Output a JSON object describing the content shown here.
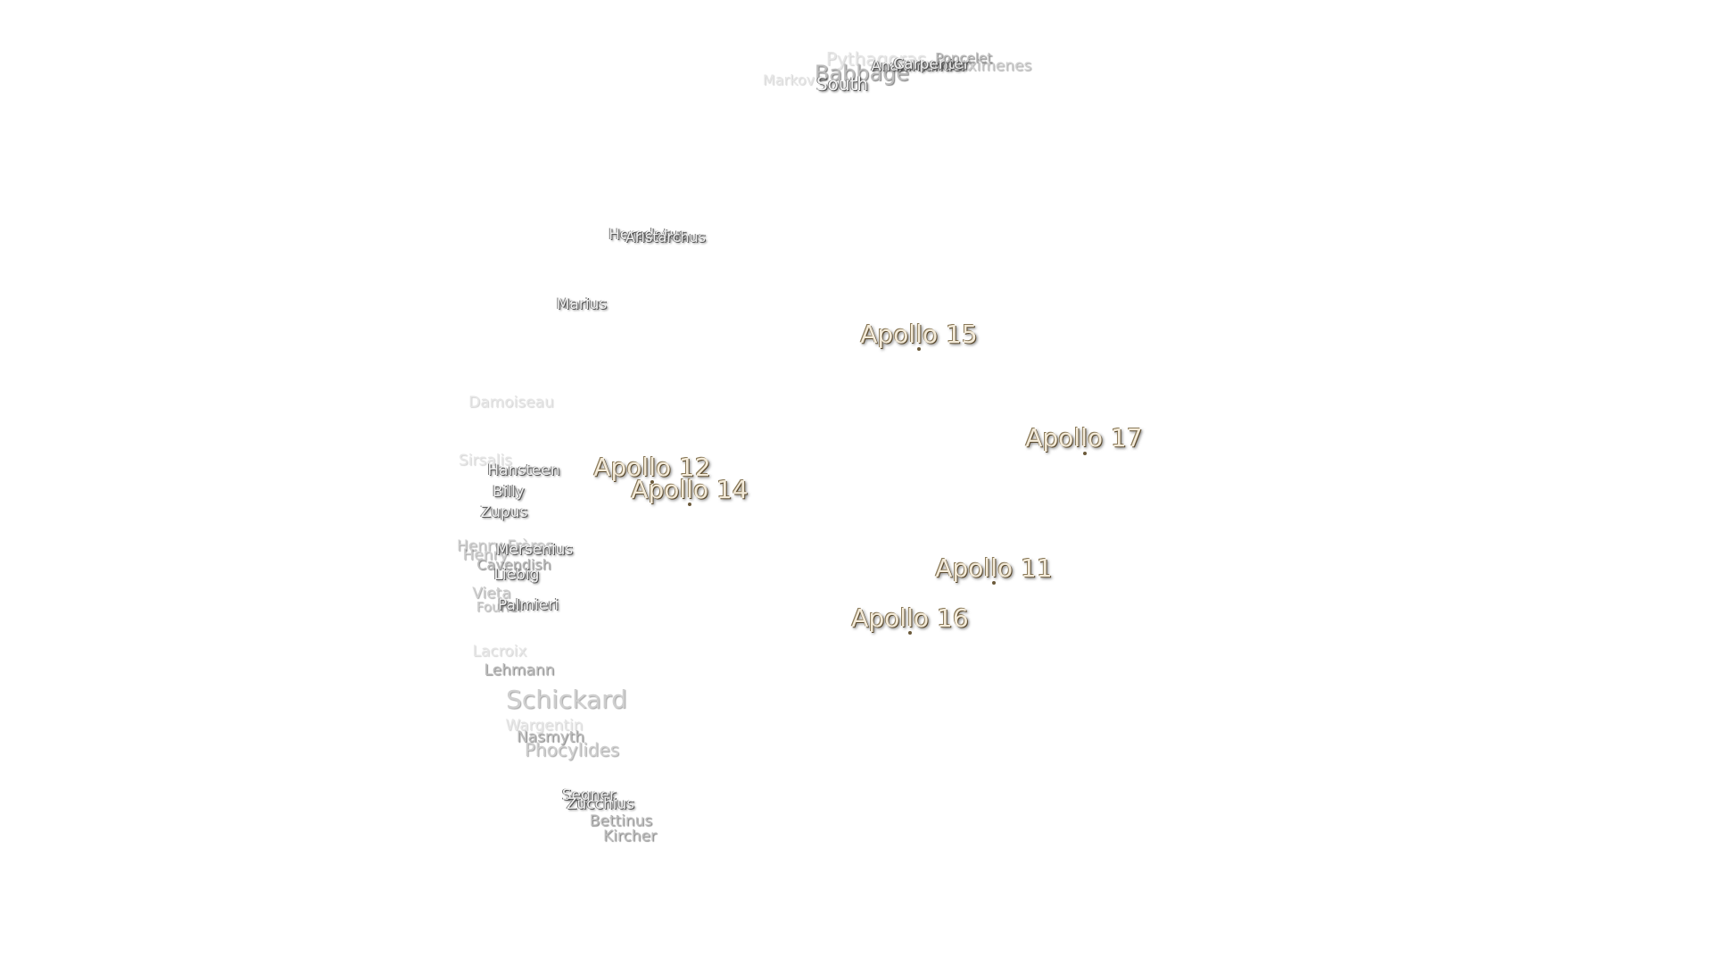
{
  "craters": [
    {
      "name": "Pythagoras"
    },
    {
      "name": "Babbage"
    },
    {
      "name": "South"
    },
    {
      "name": "Markov"
    },
    {
      "name": "Anaximenes"
    },
    {
      "name": "Anaximander"
    },
    {
      "name": "Carpenter"
    },
    {
      "name": "Poncelet"
    },
    {
      "name": "Herodotus"
    },
    {
      "name": "Aristarchus"
    },
    {
      "name": "Marius"
    },
    {
      "name": "Damoiseau"
    },
    {
      "name": "Sirsalis"
    },
    {
      "name": "Hansteen"
    },
    {
      "name": "Billy"
    },
    {
      "name": "Zupus"
    },
    {
      "name": "Henry Frères"
    },
    {
      "name": "Henry"
    },
    {
      "name": "Mersenius"
    },
    {
      "name": "Cavendish"
    },
    {
      "name": "Liebig"
    },
    {
      "name": "Vieta"
    },
    {
      "name": "Fourier"
    },
    {
      "name": "Palmieri"
    },
    {
      "name": "Lacroix"
    },
    {
      "name": "Lehmann"
    },
    {
      "name": "Schickard"
    },
    {
      "name": "Wargentin"
    },
    {
      "name": "Nasmyth"
    },
    {
      "name": "Phocylides"
    },
    {
      "name": "Segner"
    },
    {
      "name": "Zucchius"
    },
    {
      "name": "Bettinus"
    },
    {
      "name": "Kircher"
    }
  ],
  "landing_sites": [
    {
      "name": "Apollo 15"
    },
    {
      "name": "Apollo 17"
    },
    {
      "name": "Apollo 12"
    },
    {
      "name": "Apollo 14"
    },
    {
      "name": "Apollo 11"
    },
    {
      "name": "Apollo 16"
    }
  ],
  "colors": {
    "apollo_text": "#f3ead8",
    "apollo_marker": "#6b5a3a",
    "background": "#ffffff"
  }
}
